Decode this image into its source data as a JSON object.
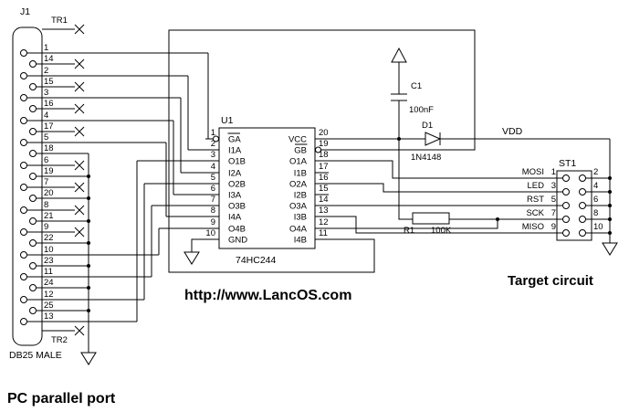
{
  "labels": {
    "j1": "J1",
    "tr1": "TR1",
    "tr2": "TR2",
    "db25": "DB25 MALE",
    "pc_port": "PC parallel port",
    "url": "http://www.LancOS.com",
    "target": "Target circuit",
    "vdd": "VDD"
  },
  "db25": {
    "pin_numbers": [
      "1",
      "14",
      "2",
      "15",
      "3",
      "16",
      "4",
      "17",
      "5",
      "18",
      "6",
      "19",
      "7",
      "20",
      "8",
      "21",
      "9",
      "22",
      "10",
      "23",
      "11",
      "24",
      "12",
      "25",
      "13"
    ]
  },
  "u1": {
    "ref": "U1",
    "part": "74HC244",
    "left_pins": [
      {
        "num": "1",
        "name": "GA",
        "inverted": true
      },
      {
        "num": "2",
        "name": "I1A"
      },
      {
        "num": "3",
        "name": "O1B"
      },
      {
        "num": "4",
        "name": "I2A"
      },
      {
        "num": "5",
        "name": "O2B"
      },
      {
        "num": "6",
        "name": "I3A"
      },
      {
        "num": "7",
        "name": "O3B"
      },
      {
        "num": "8",
        "name": "I4A"
      },
      {
        "num": "9",
        "name": "O4B"
      },
      {
        "num": "10",
        "name": "GND"
      }
    ],
    "right_pins": [
      {
        "num": "20",
        "name": "VCC"
      },
      {
        "num": "19",
        "name": "GB",
        "inverted": true
      },
      {
        "num": "18",
        "name": "O1A"
      },
      {
        "num": "17",
        "name": "I1B"
      },
      {
        "num": "16",
        "name": "O2A"
      },
      {
        "num": "15",
        "name": "I2B"
      },
      {
        "num": "14",
        "name": "O3A"
      },
      {
        "num": "13",
        "name": "I3B"
      },
      {
        "num": "12",
        "name": "O4A"
      },
      {
        "num": "11",
        "name": "I4B"
      }
    ]
  },
  "components": {
    "c1": {
      "ref": "C1",
      "value": "100nF"
    },
    "d1": {
      "ref": "D1",
      "value": "1N4148"
    },
    "r1": {
      "ref": "R1",
      "value": "100K"
    }
  },
  "st1": {
    "ref": "ST1",
    "left_pins": [
      {
        "num": "1",
        "signal": "MOSI"
      },
      {
        "num": "3",
        "signal": "LED"
      },
      {
        "num": "5",
        "signal": "RST"
      },
      {
        "num": "7",
        "signal": "SCK"
      },
      {
        "num": "9",
        "signal": "MISO"
      }
    ],
    "right_pin_numbers": [
      "2",
      "4",
      "6",
      "8",
      "10"
    ]
  }
}
